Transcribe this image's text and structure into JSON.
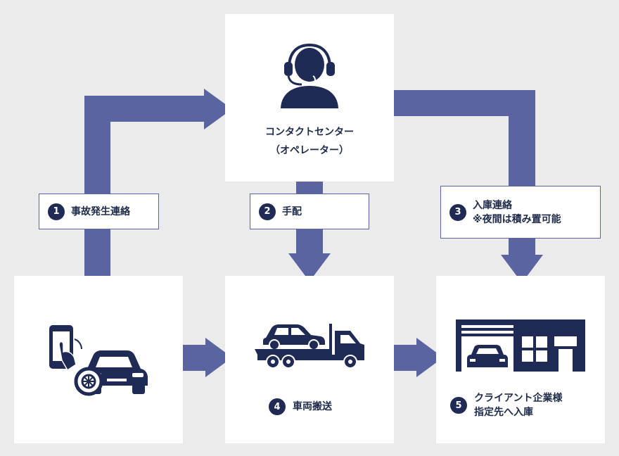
{
  "center": {
    "title_line1": "コンタクトセンター",
    "title_line2": "（オペレーター）"
  },
  "steps": [
    {
      "num": "1",
      "label": "事故発生連絡"
    },
    {
      "num": "2",
      "label": "手配"
    },
    {
      "num": "3",
      "label_line1": "入庫連絡",
      "label_line2": "※夜間は積み置可能"
    },
    {
      "num": "4",
      "label": "車両搬送"
    },
    {
      "num": "5",
      "label_line1": "クライアント企業様",
      "label_line2": "指定先へ入庫"
    }
  ],
  "colors": {
    "arrow": "#5a64a0",
    "icon": "#1f2a55",
    "background": "#ebebeb",
    "box": "#ffffff"
  },
  "icons": [
    "operator-headset-icon",
    "phone-accident-car-icon",
    "tow-truck-icon",
    "garage-building-icon"
  ]
}
